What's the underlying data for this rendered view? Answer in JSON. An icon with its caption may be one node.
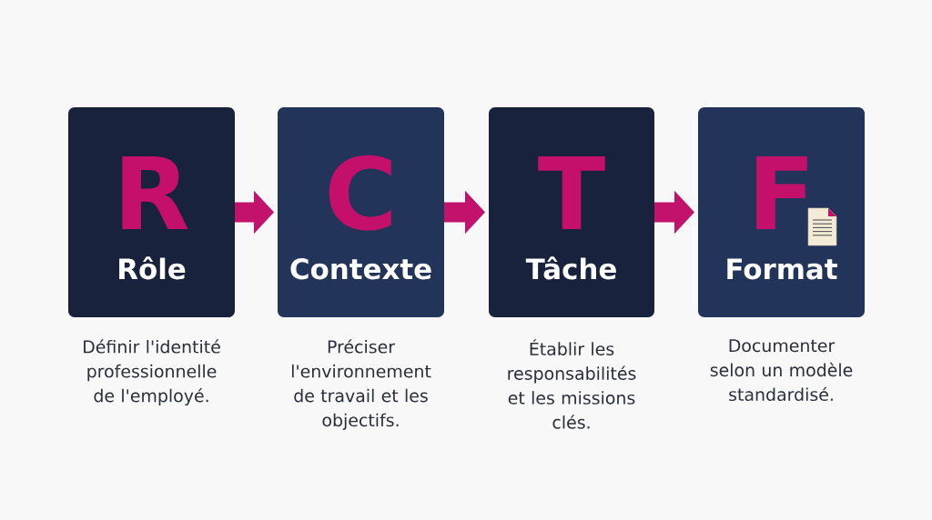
{
  "diagram": {
    "nodes": [
      {
        "text": [
          "R",
          "Rôle"
        ],
        "beside": [
          "Définir l'identité professionnelle de l'employé."
        ]
      },
      {
        "text": [
          "C",
          "Contexte"
        ],
        "beside": [
          "Préciser l'environnement de travail et les objectifs."
        ]
      },
      {
        "text": [
          "T",
          "Tâche"
        ],
        "beside": [
          "Établir les responsabilités et les missions clés."
        ]
      },
      {
        "text": [
          "F",
          "Format"
        ],
        "beside": [
          "Documenter selon un modèle standardisé."
        ]
      }
    ],
    "edges": [
      {
        "from": 0,
        "to": 1,
        "arrow": "to"
      },
      {
        "from": 1,
        "to": 2,
        "arrow": "to"
      },
      {
        "from": 2,
        "to": 3,
        "arrow": "to"
      }
    ]
  }
}
